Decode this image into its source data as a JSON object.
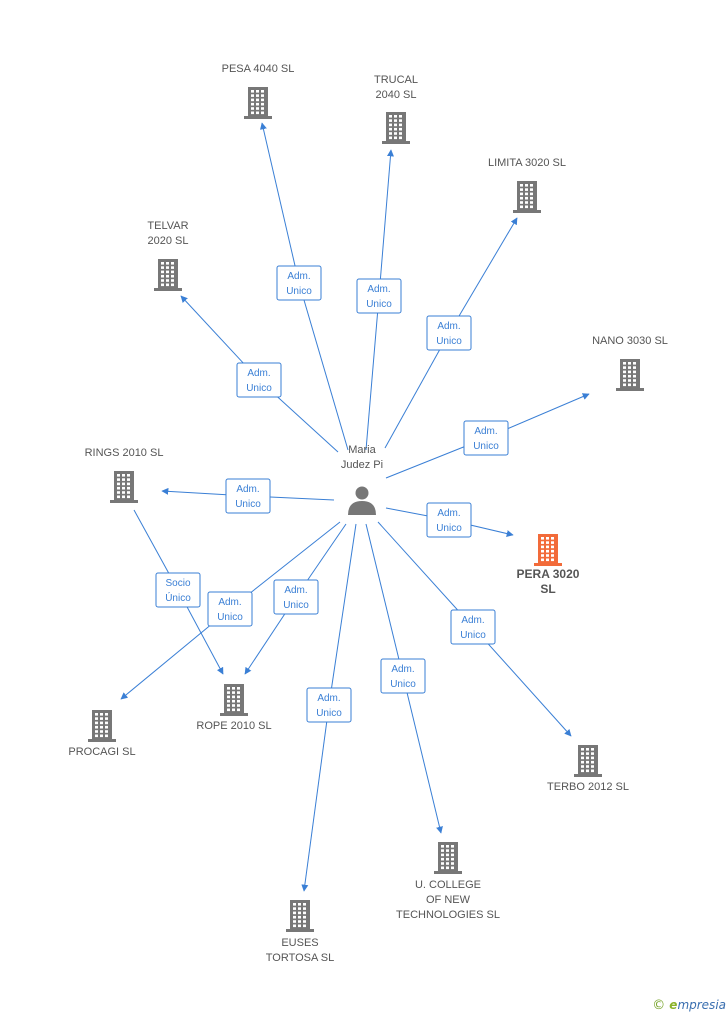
{
  "center": {
    "lines": [
      "Maria",
      "Judez Pi"
    ],
    "icon": "person-icon"
  },
  "companies": [
    {
      "id": "pesa",
      "lines": [
        "PESA 4040 SL"
      ],
      "color": "#777777"
    },
    {
      "id": "trucal",
      "lines": [
        "TRUCAL",
        "2040 SL"
      ],
      "color": "#777777"
    },
    {
      "id": "limita",
      "lines": [
        "LIMITA 3020 SL"
      ],
      "color": "#777777"
    },
    {
      "id": "telvar",
      "lines": [
        "TELVAR",
        "2020 SL"
      ],
      "color": "#777777"
    },
    {
      "id": "nano",
      "lines": [
        "NANO 3030 SL"
      ],
      "color": "#777777"
    },
    {
      "id": "rings",
      "lines": [
        "RINGS 2010 SL"
      ],
      "color": "#777777"
    },
    {
      "id": "pera",
      "lines": [
        "PERA 3020",
        "SL"
      ],
      "color": "#f26b3a",
      "highlight": true
    },
    {
      "id": "procagi",
      "lines": [
        "PROCAGI SL"
      ],
      "color": "#777777"
    },
    {
      "id": "rope",
      "lines": [
        "ROPE 2010  SL"
      ],
      "color": "#777777"
    },
    {
      "id": "terbo",
      "lines": [
        "TERBO 2012 SL"
      ],
      "color": "#777777"
    },
    {
      "id": "college",
      "lines": [
        "U.  COLLEGE",
        "OF NEW",
        "TECHNOLOGIES SL"
      ],
      "color": "#777777"
    },
    {
      "id": "euses",
      "lines": [
        "EUSES",
        "TORTOSA SL"
      ],
      "color": "#777777"
    }
  ],
  "edges": [
    {
      "to": "pesa",
      "lines": [
        "Adm.",
        "Unico"
      ]
    },
    {
      "to": "trucal",
      "lines": [
        "Adm.",
        "Unico"
      ]
    },
    {
      "to": "limita",
      "lines": [
        "Adm.",
        "Unico"
      ]
    },
    {
      "to": "telvar",
      "lines": [
        "Adm.",
        "Unico"
      ]
    },
    {
      "to": "nano",
      "lines": [
        "Adm.",
        "Unico"
      ]
    },
    {
      "to": "rings",
      "lines": [
        "Adm.",
        "Unico"
      ]
    },
    {
      "to": "pera",
      "lines": [
        "Adm.",
        "Unico"
      ]
    },
    {
      "to": "procagi",
      "lines": [
        "Adm.",
        "Unico"
      ]
    },
    {
      "to": "rope",
      "lines": [
        "Adm.",
        "Unico"
      ]
    },
    {
      "to": "terbo",
      "lines": [
        "Adm.",
        "Unico"
      ]
    },
    {
      "to": "college",
      "lines": [
        "Adm.",
        "Unico"
      ]
    },
    {
      "to": "euses",
      "lines": [
        "Adm.",
        "Unico"
      ]
    },
    {
      "from": "rings",
      "to": "rope",
      "lines": [
        "Socio",
        "Único"
      ]
    }
  ],
  "brand": {
    "copyright": "©",
    "e": "e",
    "rest": "mpresia"
  }
}
